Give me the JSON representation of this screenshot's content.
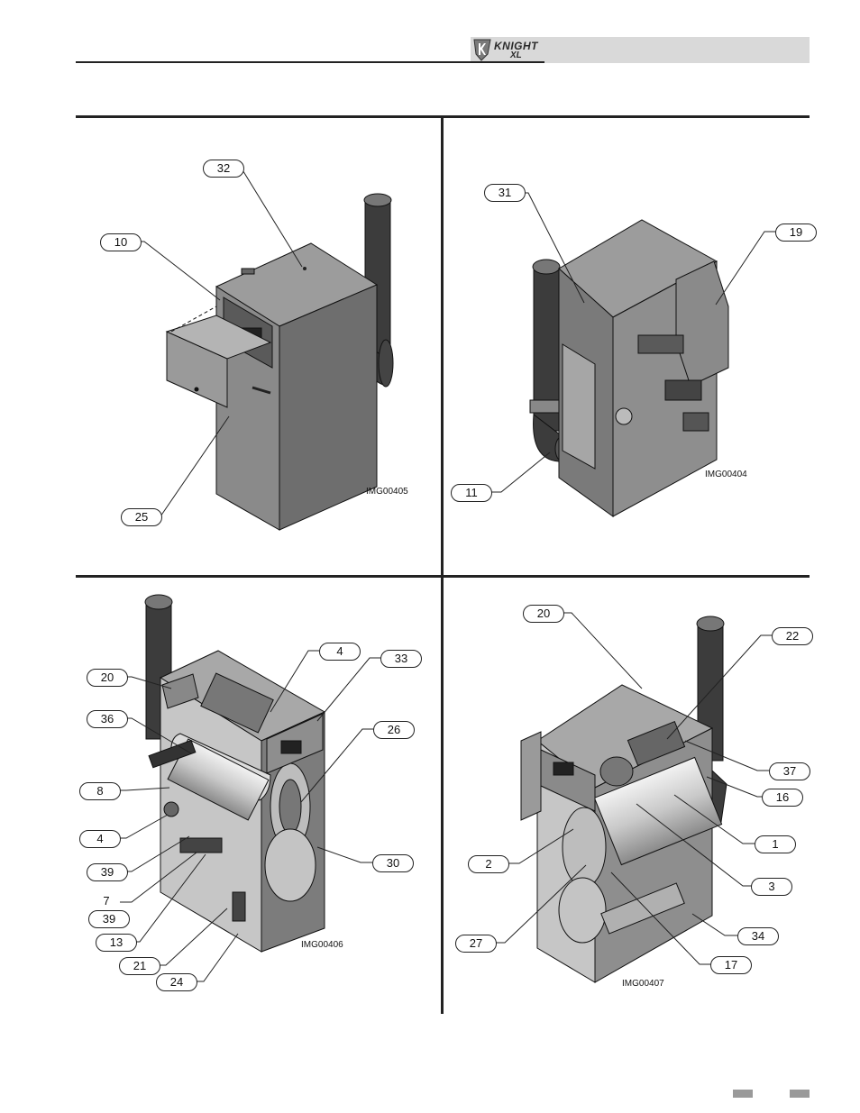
{
  "header": {
    "logo_text": "KNIGHT",
    "logo_sub": "XL"
  },
  "panels": {
    "top_left_id": "IMG00405",
    "top_right_id": "IMG00404",
    "bottom_left_id": "IMG00406",
    "bottom_right_id": "IMG00407"
  },
  "callouts": {
    "tl": [
      "32",
      "10",
      "25"
    ],
    "tr": [
      "31",
      "19",
      "11"
    ],
    "bl": [
      "4",
      "33",
      "20",
      "36",
      "26",
      "8",
      "4",
      "30",
      "39",
      "7",
      "39",
      "13",
      "21",
      "24"
    ],
    "br": [
      "20",
      "22",
      "37",
      "16",
      "1",
      "2",
      "3",
      "34",
      "27",
      "17"
    ]
  }
}
